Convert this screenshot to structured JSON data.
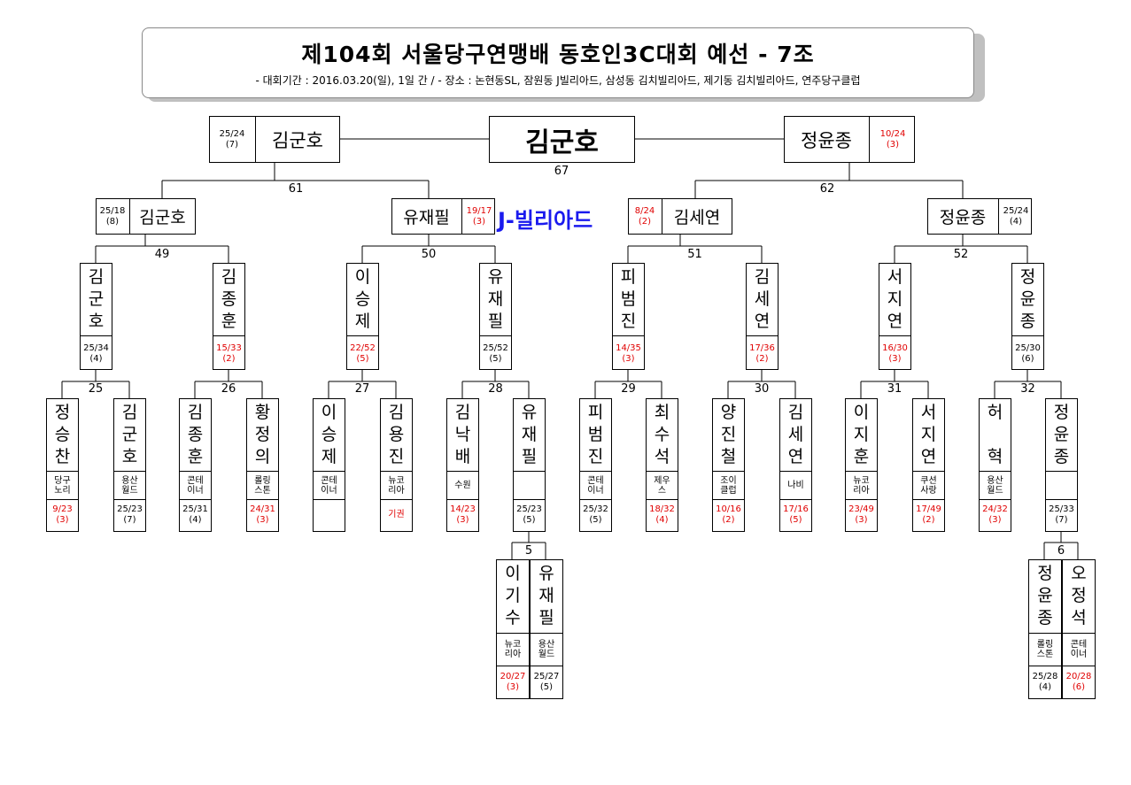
{
  "title": {
    "main": "제104회 서울당구연맹배 동호인3C대회 예선 - 7조",
    "sub": "- 대회기간 : 2016.03.20(일), 1일 간 / - 장소 : 논현동SL, 잠원동 J빌리아드, 삼성동 김치빌리아드, 제기동 김치빌리아드, 연주당구클럽"
  },
  "venue_label": "J-빌리아드",
  "final": {
    "winner": "김군호",
    "match_no": "67",
    "left": {
      "name": "김군호",
      "score": "25/24",
      "inning": "(7)"
    },
    "right": {
      "name": "정윤종",
      "score": "10/24",
      "inning": "(3)"
    }
  },
  "semis": [
    {
      "match_no": "61",
      "left": {
        "name": "김군호",
        "score": "25/18",
        "inning": "(8)"
      },
      "right": {
        "name": "유재필",
        "score": "19/17",
        "inning": "(3)"
      }
    },
    {
      "match_no": "62",
      "left": {
        "name": "김세연",
        "score": "8/24",
        "inning": "(2)"
      },
      "right": {
        "name": "정윤종",
        "score": "25/24",
        "inning": "(4)"
      }
    }
  ],
  "round2": [
    {
      "match_no": "49",
      "players": [
        {
          "name": "김군호",
          "score": "25/34",
          "inning": "(4)"
        },
        {
          "name": "김종훈",
          "score": "15/33",
          "inning": "(2)"
        }
      ]
    },
    {
      "match_no": "50",
      "players": [
        {
          "name": "이승제",
          "score": "22/52",
          "inning": "(5)"
        },
        {
          "name": "유재필",
          "score": "25/52",
          "inning": "(5)"
        }
      ]
    },
    {
      "match_no": "51",
      "players": [
        {
          "name": "피범진",
          "score": "14/35",
          "inning": "(3)"
        },
        {
          "name": "김세연",
          "score": "17/36",
          "inning": "(2)"
        }
      ]
    },
    {
      "match_no": "52",
      "players": [
        {
          "name": "서지연",
          "score": "16/30",
          "inning": "(3)"
        },
        {
          "name": "정윤종",
          "score": "25/30",
          "inning": "(6)"
        }
      ]
    }
  ],
  "round1": [
    {
      "match_no": "25",
      "players": [
        {
          "name": "정승찬",
          "club": "당구노리",
          "score": "9/23",
          "inning": "(3)"
        },
        {
          "name": "김군호",
          "club": "용산월드",
          "score": "25/23",
          "inning": "(7)"
        }
      ]
    },
    {
      "match_no": "26",
      "players": [
        {
          "name": "김종훈",
          "club": "콘테이너",
          "score": "25/31",
          "inning": "(4)"
        },
        {
          "name": "황정의",
          "club": "롤링스톤",
          "score": "24/31",
          "inning": "(3)"
        }
      ]
    },
    {
      "match_no": "27",
      "players": [
        {
          "name": "이승제",
          "club": "콘테이너",
          "score": "",
          "inning": ""
        },
        {
          "name": "김용진",
          "club": "뉴코리아",
          "score": "기권",
          "inning": ""
        }
      ]
    },
    {
      "match_no": "28",
      "players": [
        {
          "name": "김낙배",
          "club": "수원",
          "score": "14/23",
          "inning": "(3)"
        },
        {
          "name": "유재필",
          "club": "",
          "score": "25/23",
          "inning": "(5)"
        }
      ]
    },
    {
      "match_no": "29",
      "players": [
        {
          "name": "피범진",
          "club": "콘테이너",
          "score": "25/32",
          "inning": "(5)"
        },
        {
          "name": "최수석",
          "club": "제우스",
          "score": "18/32",
          "inning": "(4)"
        }
      ]
    },
    {
      "match_no": "30",
      "players": [
        {
          "name": "양진철",
          "club": "조이클럽",
          "score": "10/16",
          "inning": "(2)"
        },
        {
          "name": "김세연",
          "club": "나비",
          "score": "17/16",
          "inning": "(5)"
        }
      ]
    },
    {
      "match_no": "31",
      "players": [
        {
          "name": "이지훈",
          "club": "뉴코리아",
          "score": "23/49",
          "inning": "(3)"
        },
        {
          "name": "서지연",
          "club": "쿠션사랑",
          "score": "17/49",
          "inning": "(2)"
        }
      ]
    },
    {
      "match_no": "32",
      "players": [
        {
          "name": "허혁",
          "club": "용산월드",
          "score": "24/32",
          "inning": "(3)"
        },
        {
          "name": "정윤종",
          "club": "",
          "score": "25/33",
          "inning": "(7)"
        }
      ]
    }
  ],
  "prelim": [
    {
      "match_no": "5",
      "players": [
        {
          "name": "이기수",
          "club": "뉴코리아",
          "score": "20/27",
          "inning": "(3)"
        },
        {
          "name": "유재필",
          "club": "용산월드",
          "score": "25/27",
          "inning": "(5)"
        }
      ]
    },
    {
      "match_no": "6",
      "players": [
        {
          "name": "정윤종",
          "club": "롤링스톤",
          "score": "25/28",
          "inning": "(4)"
        },
        {
          "name": "오정석",
          "club": "콘테이너",
          "score": "20/28",
          "inning": "(6)"
        }
      ]
    }
  ],
  "colors": {
    "loss": "#e00000",
    "venue": "#1a1aee"
  }
}
